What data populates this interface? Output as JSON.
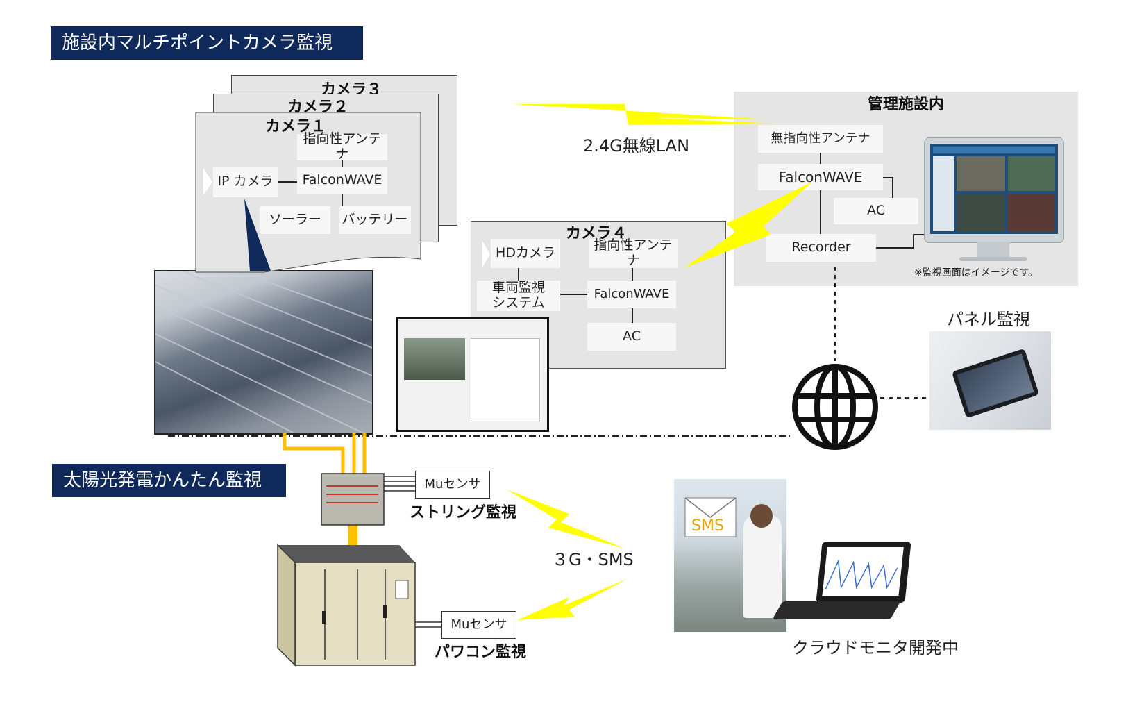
{
  "banners": {
    "camera_monitoring": "施設内マルチポイントカメラ監視",
    "solar_monitoring": "太陽光発電かんたん監視"
  },
  "camera_stack": {
    "cam3_title": "カメラ３",
    "cam2_title": "カメラ２",
    "cam1_title": "カメラ１",
    "directional_antenna": "指向性アンテナ",
    "ip_camera": "IP カメラ",
    "falconwave": "FalconWAVE",
    "solar": "ソーラー",
    "battery": "バッテリー"
  },
  "camera4": {
    "title": "カメラ４",
    "hd_camera": "HDカメラ",
    "directional_antenna": "指向性アンテナ",
    "vehicle_system_line1": "車両監視",
    "vehicle_system_line2": "システム",
    "falconwave": "FalconWAVE",
    "ac": "AC"
  },
  "management": {
    "title": "管理施設内",
    "omni_antenna": "無指向性アンテナ",
    "falconwave": "FalconWAVE",
    "ac": "AC",
    "recorder": "Recorder",
    "monitor_note": "※監視画面はイメージです。"
  },
  "labels": {
    "wireless_lan": "2.4G無線LAN",
    "panel_monitoring": "パネル監視",
    "mu_sensor_1": "Muセンサ",
    "string_monitoring": "ストリング監視",
    "three_g_sms": "３G・SMS",
    "mu_sensor_2": "Muセンサ",
    "pcs_monitoring": "パワコン監視",
    "sms": "SMS",
    "cloud_monitor": "クラウドモニタ開発中"
  },
  "colors": {
    "banner_bg": "#0f2a5a",
    "panel_bg": "#e5e5e5",
    "lightning": "#ffff00",
    "cable": "#ffc000"
  }
}
